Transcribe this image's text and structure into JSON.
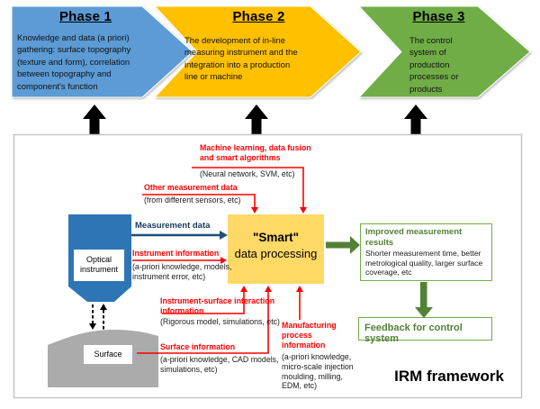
{
  "phases": [
    {
      "title": "Phase 1",
      "body": "Knowledge and data (a priori)\ngathering: surface topography\n(texture and form), correlation\nbetween topography and\ncomponent's function",
      "color": "#5B9BD5"
    },
    {
      "title": "Phase 2",
      "body": "The development of in-line\nmeasuring instrument and the\nintegration into a production\nline or machine",
      "color": "#FFC000"
    },
    {
      "title": "Phase 3",
      "body": "The control\nsystem of\nproduction\nprocesses or\nproducts",
      "color": "#70AD47"
    }
  ],
  "framework": {
    "title": "IRM framework",
    "optical_instrument_label": "Optical\ninstrument",
    "surface_label": "Surface",
    "smart_box": {
      "line1": "\"Smart\"",
      "line2": "data processing",
      "color": "#FFD966"
    },
    "labels": {
      "machine_learning": {
        "title": "Machine learning, data fusion\nand smart algorithms",
        "detail": "(Neural network, SVM, etc)"
      },
      "other_measurement": {
        "title": "Other measurement data",
        "detail": "(from different sensors, etc)"
      },
      "measurement_data": {
        "title": "Measurement data"
      },
      "instrument_info": {
        "title": "Instrument information",
        "detail": "(a-priori knowledge, models,\ninstrument error, etc)"
      },
      "interaction": {
        "title": "Instrument-surface interaction\ninformation",
        "detail": "(Rigorous model, simulations, etc)"
      },
      "surface_info": {
        "title": "Surface information",
        "detail": "(a-priori knowledge, CAD models,\nsimulations, etc)"
      },
      "manufacturing": {
        "title": "Manufacturing\nprocess\ninformation",
        "detail": "(a-priori knowledge,\nmicro-scale injection\nmoulding, milling,\nEDM, etc)"
      }
    },
    "improved_box": {
      "title": "Improved measurement\nresults",
      "detail": "Shorter measurement time, better\nmetrological quality, larger surface\ncoverage, etc"
    },
    "feedback_box": {
      "title": "Feedback for control system"
    }
  },
  "colors": {
    "phase1_blue": "#5B9BD5",
    "phase2_gold": "#FFC000",
    "phase3_green": "#70AD47",
    "instrument_blue": "#2E75B6",
    "smart_yellow": "#FFD966",
    "connector_red": "#FF0000",
    "measurement_navy": "#1F4E79",
    "result_green": "#538135",
    "surface_gray": "#ABABAB"
  }
}
